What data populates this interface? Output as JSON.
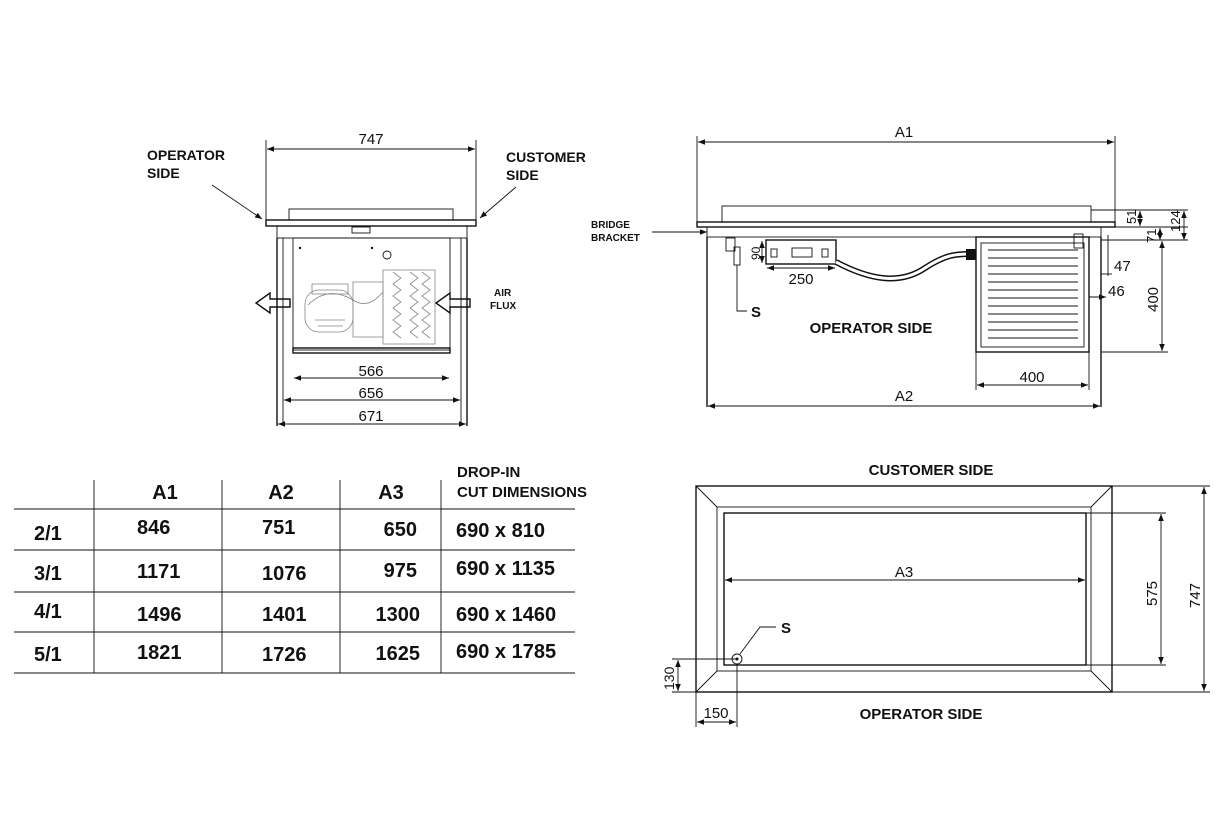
{
  "front_view": {
    "width_top": "747",
    "operator_side_1": "OPERATOR",
    "operator_side_2": "SIDE",
    "customer_side_1": "CUSTOMER",
    "customer_side_2": "SIDE",
    "air_flux_1": "AIR",
    "air_flux_2": "FLUX",
    "dim_566": "566",
    "dim_656": "656",
    "dim_671": "671"
  },
  "side_view": {
    "a1": "A1",
    "a2": "A2",
    "bridge_bracket_1": "BRIDGE",
    "bridge_bracket_2": "BRACKET",
    "s_label": "S",
    "dim_90": "90",
    "dim_250": "250",
    "operator_side": "OPERATOR SIDE",
    "dim_51": "51",
    "dim_71": "71",
    "dim_124": "124",
    "dim_47": "47",
    "dim_46": "46",
    "dim_400_v": "400",
    "dim_400_h": "400"
  },
  "table": {
    "headers": [
      "",
      "A1",
      "A2",
      "A3"
    ],
    "drop_in_1": "DROP-IN",
    "drop_in_2": "CUT DIMENSIONS",
    "rows": [
      {
        "size": "2/1",
        "a1": "846",
        "a2": "751",
        "a3": "650",
        "cut": "690 x 810"
      },
      {
        "size": "3/1",
        "a1": "1171",
        "a2": "1076",
        "a3": "975",
        "cut": "690 x 1135"
      },
      {
        "size": "4/1",
        "a1": "1496",
        "a2": "1401",
        "a3": "1300",
        "cut": "690 x 1460"
      },
      {
        "size": "5/1",
        "a1": "1821",
        "a2": "1726",
        "a3": "1625",
        "cut": "690 x 1785"
      }
    ]
  },
  "top_view": {
    "customer_side": "CUSTOMER SIDE",
    "operator_side": "OPERATOR SIDE",
    "a3": "A3",
    "s_label": "S",
    "dim_575": "575",
    "dim_747": "747",
    "dim_130": "130",
    "dim_150": "150"
  }
}
